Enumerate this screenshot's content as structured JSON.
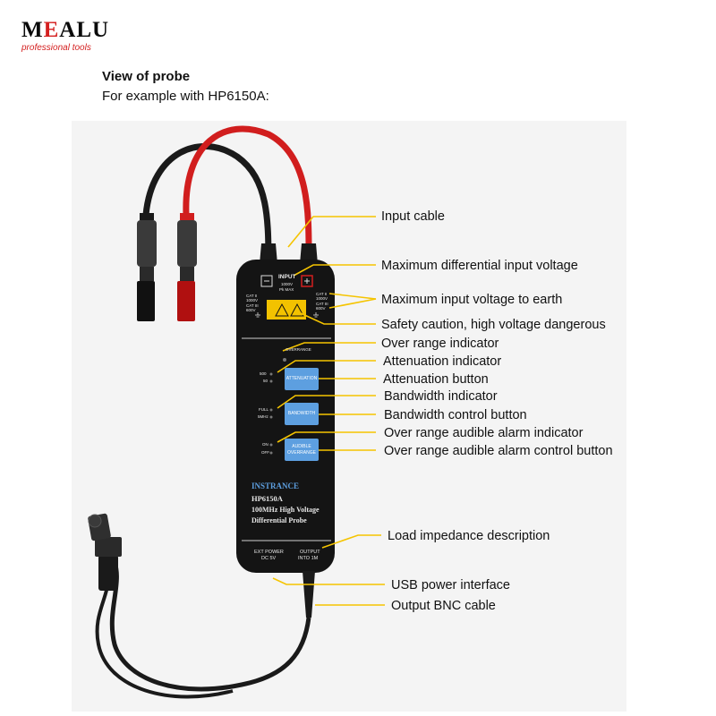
{
  "logo": {
    "brand_prefix": "M",
    "brand_e": "E",
    "brand_suffix": "ALU",
    "tagline": "professional tools"
  },
  "header": {
    "title": "View of probe",
    "subtitle": "For example with HP6150A:"
  },
  "callouts": [
    "Input cable",
    "Maximum differential input voltage",
    "Maximum input voltage to earth",
    "Safety caution, high voltage dangerous",
    "Over range indicator",
    "Attenuation indicator",
    "Attenuation button",
    "Bandwidth indicator",
    "Bandwidth control button",
    "Over range audible alarm indicator",
    "Over range audible alarm control button",
    "Load impedance description",
    "USB power interface",
    "Output BNC cable"
  ],
  "panel": {
    "input_label": "INPUT",
    "input_rating": "1000V",
    "input_rating2": "Pk MAX",
    "cat_left_1": "CAT II",
    "cat_left_2": "1000V",
    "cat_left_3": "CAT III",
    "cat_left_4": "600V",
    "cat_right_1": "CAT II",
    "cat_right_2": "1000V",
    "cat_right_3": "CAT III",
    "cat_right_4": "600V",
    "overrange_label": "OVERRANGE",
    "att_high": "500",
    "att_low": "50",
    "attenuation_button": "ATTENUATION",
    "bw_full": "FULL",
    "bw_5mhz": "5MHz",
    "bandwidth_button": "BANDWIDTH",
    "alarm_on": "ON",
    "alarm_off": "OFF",
    "alarm_button_1": "AUDIBLE",
    "alarm_button_2": "OVERRANGE",
    "brand": "INSTRANCE",
    "model": "HP6150A",
    "desc_1": "100MHz High Voltage",
    "desc_2": "Differential Probe",
    "ext_power_1": "EXT POWER",
    "ext_power_2": "DC 5V",
    "output_1": "OUTPUT",
    "output_2": "INTO 1M"
  },
  "colors": {
    "leader": "#f5c400",
    "panel": "#141414",
    "button": "#5d9fe0",
    "warning": "#f2c200",
    "logo_red": "#d42020"
  }
}
